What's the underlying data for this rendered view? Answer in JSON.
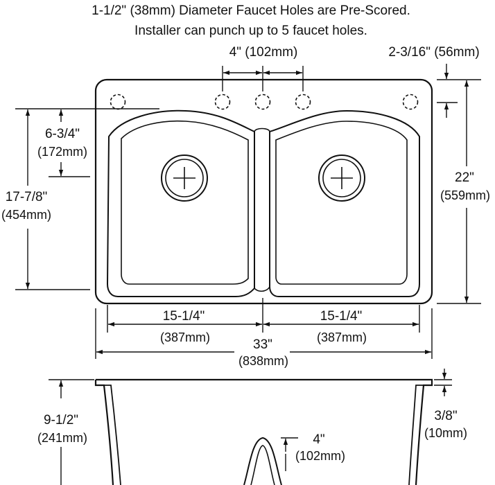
{
  "header": {
    "line1": "1-1/2\" (38mm) Diameter Faucet Holes are Pre-Scored.",
    "line2": "Installer can punch up to 5 faucet holes."
  },
  "dimensions": {
    "faucet_spacing": {
      "value": "4\" (102mm)"
    },
    "faucet_setback": {
      "value": "2-3/16\" (56mm)"
    },
    "bowl_depth_top": {
      "value": "6-3/4\"",
      "metric": "(172mm)"
    },
    "bowl_length": {
      "value": "17-7/8\"",
      "metric": "(454mm)"
    },
    "overall_length": {
      "value": "22\"",
      "metric": "(559mm)"
    },
    "left_bowl_width": {
      "value": "15-1/4\"",
      "metric": "(387mm)"
    },
    "right_bowl_width": {
      "value": "15-1/4\"",
      "metric": "(387mm)"
    },
    "overall_width": {
      "value": "33\"",
      "metric": "(838mm)"
    },
    "bowl_depth": {
      "value": "9-1/2\"",
      "metric": "(241mm)"
    },
    "deck_thickness": {
      "value": "3/8\"",
      "metric": "(10mm)"
    },
    "divider_height": {
      "value": "4\"",
      "metric": "(102mm)"
    }
  }
}
